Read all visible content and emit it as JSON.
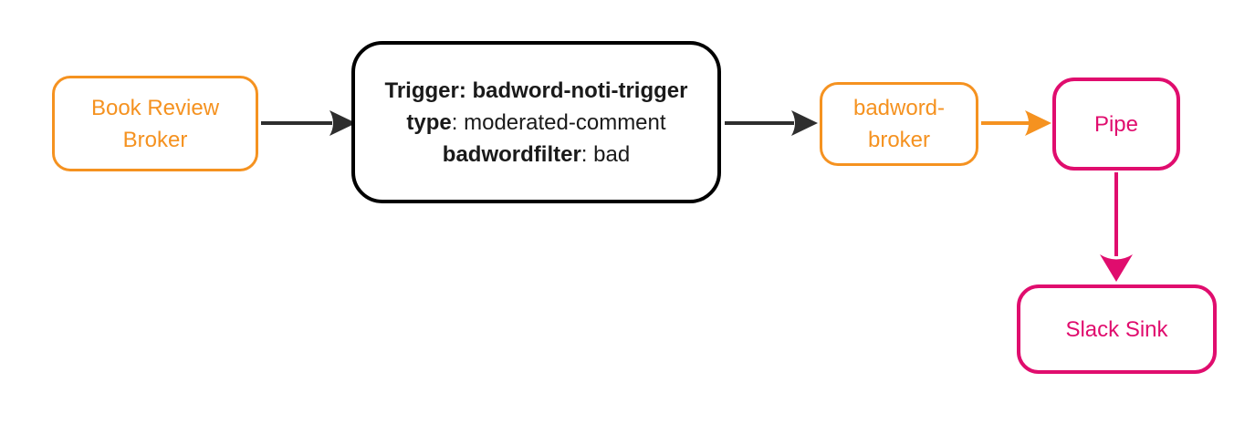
{
  "colors": {
    "orange": "#f59220",
    "pink": "#e00d6e",
    "node_black": "#1a1a1a",
    "arrow_dark": "#2e2e2e",
    "background": "#ffffff"
  },
  "nodes": {
    "book_review_broker": {
      "label": "Book Review Broker",
      "color_role": "orange"
    },
    "trigger": {
      "color_role": "black",
      "lines": [
        {
          "bold": "Trigger: badword-noti-trigger",
          "rest": ""
        },
        {
          "bold": "type",
          "rest": ": moderated-comment"
        },
        {
          "bold": "badwordfilter",
          "rest": ": bad"
        }
      ]
    },
    "badword_broker": {
      "label": "badword-broker",
      "color_role": "orange"
    },
    "pipe": {
      "label": "Pipe",
      "color_role": "pink"
    },
    "slack_sink": {
      "label": "Slack Sink",
      "color_role": "pink"
    }
  },
  "edges": [
    {
      "from": "book-review-broker",
      "to": "trigger",
      "color_role": "black"
    },
    {
      "from": "trigger",
      "to": "badword-broker",
      "color_role": "black"
    },
    {
      "from": "badword-broker",
      "to": "pipe",
      "color_role": "orange"
    },
    {
      "from": "pipe",
      "to": "slack-sink",
      "color_role": "pink"
    }
  ]
}
